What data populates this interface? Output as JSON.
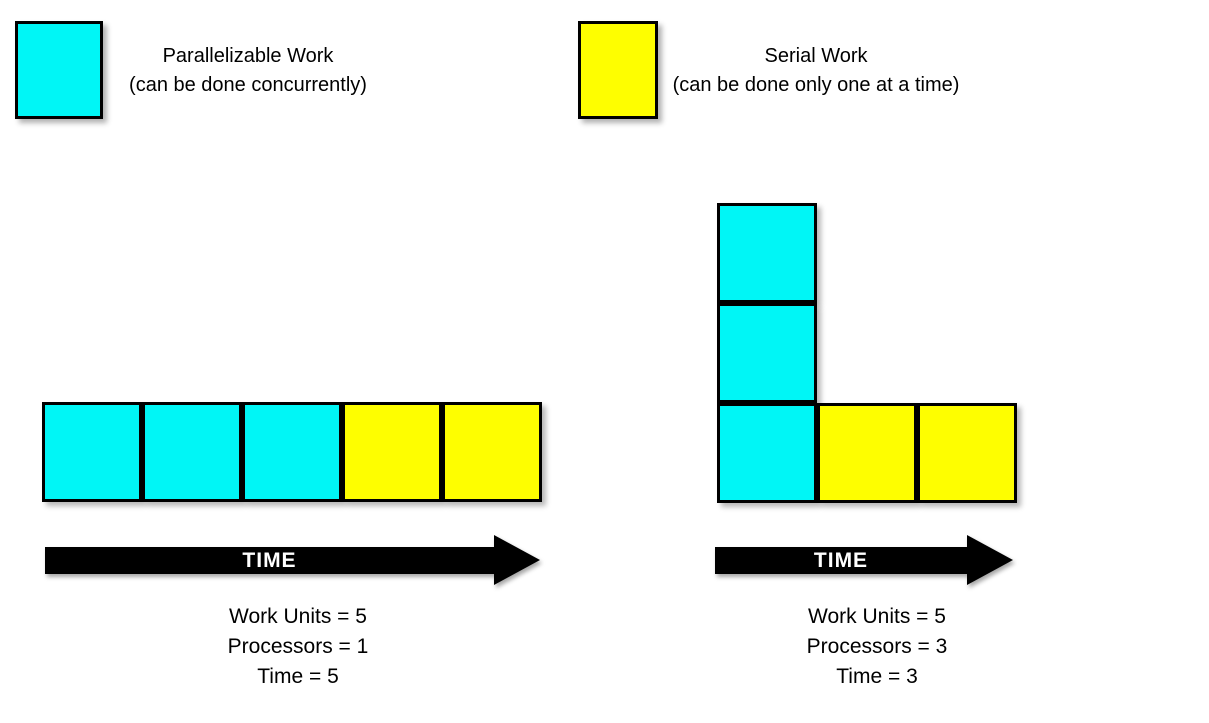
{
  "colors": {
    "parallel": "#00F6F6",
    "serial": "#FEFE00",
    "block_border": "#000000",
    "arrow": "#000000",
    "arrow_label_color": "#FFFFFF",
    "text": "#000000",
    "background": "#FFFFFF"
  },
  "legend": {
    "parallel": {
      "swatch": "parallel",
      "title": "Parallelizable Work",
      "subtitle": "(can be done concurrently)"
    },
    "serial": {
      "swatch": "serial",
      "title": "Serial Work",
      "subtitle": "(can be done only one at a time)"
    }
  },
  "one_processor_scenario": {
    "blocks": [
      "parallel",
      "parallel",
      "parallel",
      "serial",
      "serial"
    ],
    "arrow_label": "TIME",
    "stats": [
      "Work Units = 5",
      "Processors = 1",
      "Time = 5"
    ]
  },
  "three_processor_scenario": {
    "column_blocks": [
      "parallel",
      "parallel",
      "parallel"
    ],
    "bottom_row_blocks": [
      "serial",
      "serial"
    ],
    "arrow_label": "TIME",
    "stats": [
      "Work Units = 5",
      "Processors = 3",
      "Time = 3"
    ]
  }
}
